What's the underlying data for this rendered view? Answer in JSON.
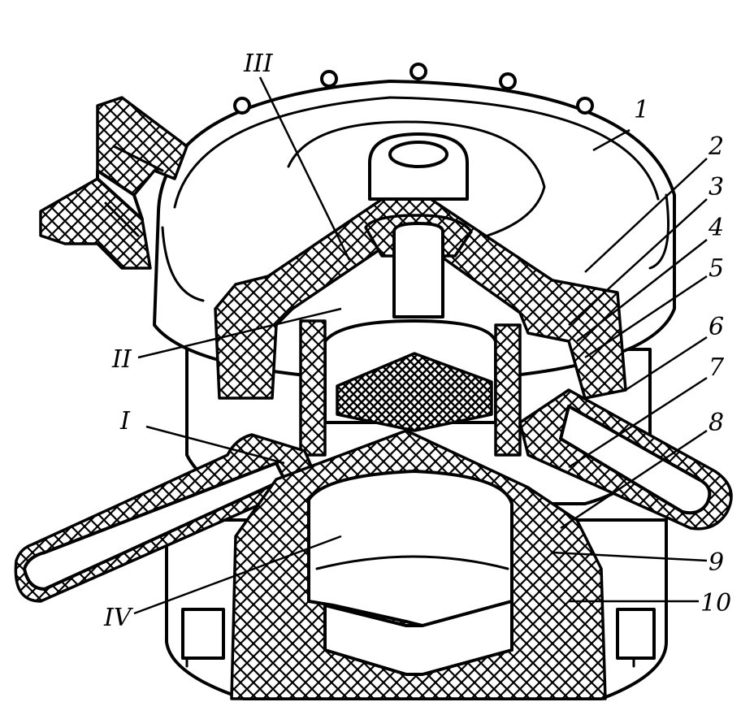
{
  "figure": {
    "callouts": [
      {
        "id": "1",
        "text": "1"
      },
      {
        "id": "2",
        "text": "2"
      },
      {
        "id": "3",
        "text": "3"
      },
      {
        "id": "4",
        "text": "4"
      },
      {
        "id": "5",
        "text": "5"
      },
      {
        "id": "6",
        "text": "6"
      },
      {
        "id": "7",
        "text": "7"
      },
      {
        "id": "8",
        "text": "8"
      },
      {
        "id": "9",
        "text": "9"
      },
      {
        "id": "10",
        "text": "10"
      },
      {
        "id": "III",
        "text": "III"
      },
      {
        "id": "II",
        "text": "II"
      },
      {
        "id": "I",
        "text": "I"
      },
      {
        "id": "IV",
        "text": "IV"
      }
    ],
    "colors": {
      "ink": "#000000",
      "paper": "#ffffff"
    }
  }
}
